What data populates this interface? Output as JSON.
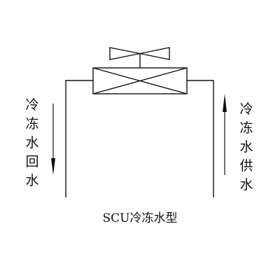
{
  "diagram": {
    "left_label": "冷冻水回水",
    "right_label": "冷冻水供水",
    "caption": "SCU冷冻水型"
  },
  "colors": {
    "line": "#111111",
    "background": "#ffffff"
  },
  "icons": [
    "fan-icon",
    "coil-icon",
    "flow-arrow-down-icon",
    "flow-arrow-up-icon"
  ]
}
